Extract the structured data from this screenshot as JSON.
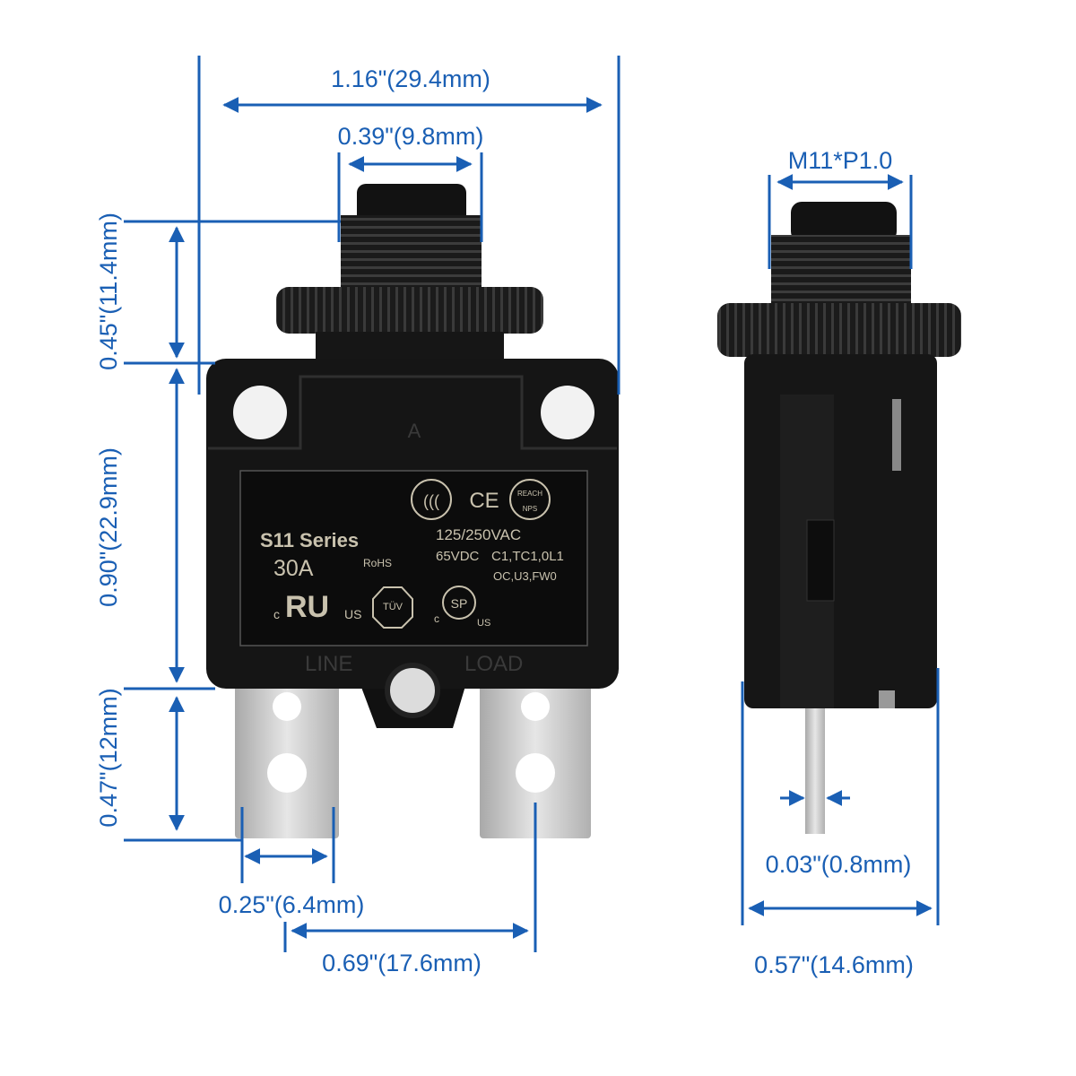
{
  "dimensions": {
    "overall_width": "1.16\"(29.4mm)",
    "button_width": "0.39\"(9.8mm)",
    "thread_height": "0.45\"(11.4mm)",
    "body_height": "0.90\"(22.9mm)",
    "terminal_height": "0.47\"(12mm)",
    "terminal_width": "0.25\"(6.4mm)",
    "terminal_spacing": "0.69\"(17.6mm)",
    "thread_spec": "M11*P1.0",
    "terminal_thickness": "0.03\"(0.8mm)",
    "body_depth": "0.57\"(14.6mm)"
  },
  "product_markings": {
    "series": "S11 Series",
    "rating": "30A",
    "rohs": "RoHS",
    "voltage_ac": "125/250VAC",
    "voltage_dc": "65VDC",
    "codes_1": "C1,TC1,0L1",
    "codes_2": "OC,U3,FW0",
    "top_letter": "A",
    "line": "LINE",
    "load": "LOAD",
    "ce": "CE",
    "reach": "REACH",
    "nps": "NPS",
    "tuv": "TÜV",
    "c": "c",
    "us": "US"
  },
  "colors": {
    "dimension": "#1a5fb4",
    "body": "#141414",
    "terminal": "#c8c8c8"
  }
}
